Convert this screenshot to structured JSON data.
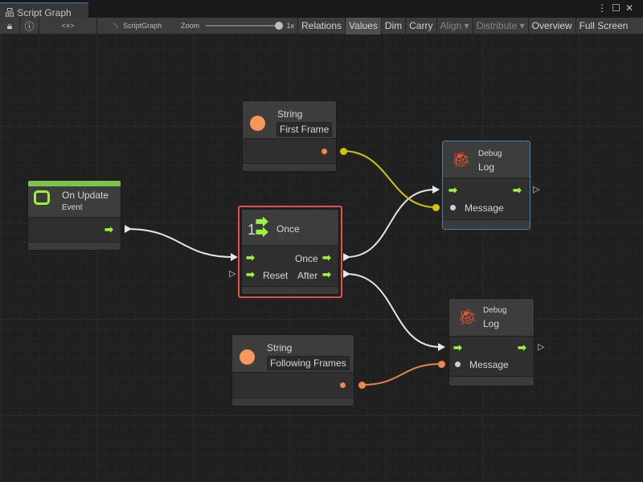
{
  "window": {
    "tab_title": "Script Graph",
    "menu_icon": "kebab-icon",
    "maximize_icon": "maximize-icon",
    "close_icon": "close-icon"
  },
  "toolbar": {
    "lock_icon": "lock-icon",
    "info_icon": "info-icon",
    "code": "<×>",
    "graph_name": "ScriptGraph",
    "zoom_label": "Zoom",
    "zoom_value": "1x",
    "zoom_level": 1.0,
    "buttons": [
      "Relations",
      "Values",
      "Dim",
      "Carry",
      "Align ▾",
      "Distribute ▾",
      "Overview",
      "Full Screen"
    ],
    "active": "Values"
  },
  "colors": {
    "flow": "#9cf53c",
    "string_port": "#f2874b",
    "yellow_wire": "#d6c400",
    "selected": "#e05252",
    "focused": "#3a84b8",
    "event_bar": "#7ec44a",
    "bug": "#f0542c"
  },
  "nodes": {
    "string1": {
      "title": "String",
      "value": "First Frame"
    },
    "on_update": {
      "title": "On Update",
      "subtitle": "Event"
    },
    "once": {
      "title": "Once",
      "icon_num": "1",
      "out_once": "Once",
      "in_reset": "Reset",
      "out_after": "After"
    },
    "log1": {
      "subtitle": "Debug",
      "title": "Log",
      "message": "Message"
    },
    "log2": {
      "subtitle": "Debug",
      "title": "Log",
      "message": "Message"
    },
    "string2": {
      "title": "String",
      "value": "Following Frames"
    }
  }
}
